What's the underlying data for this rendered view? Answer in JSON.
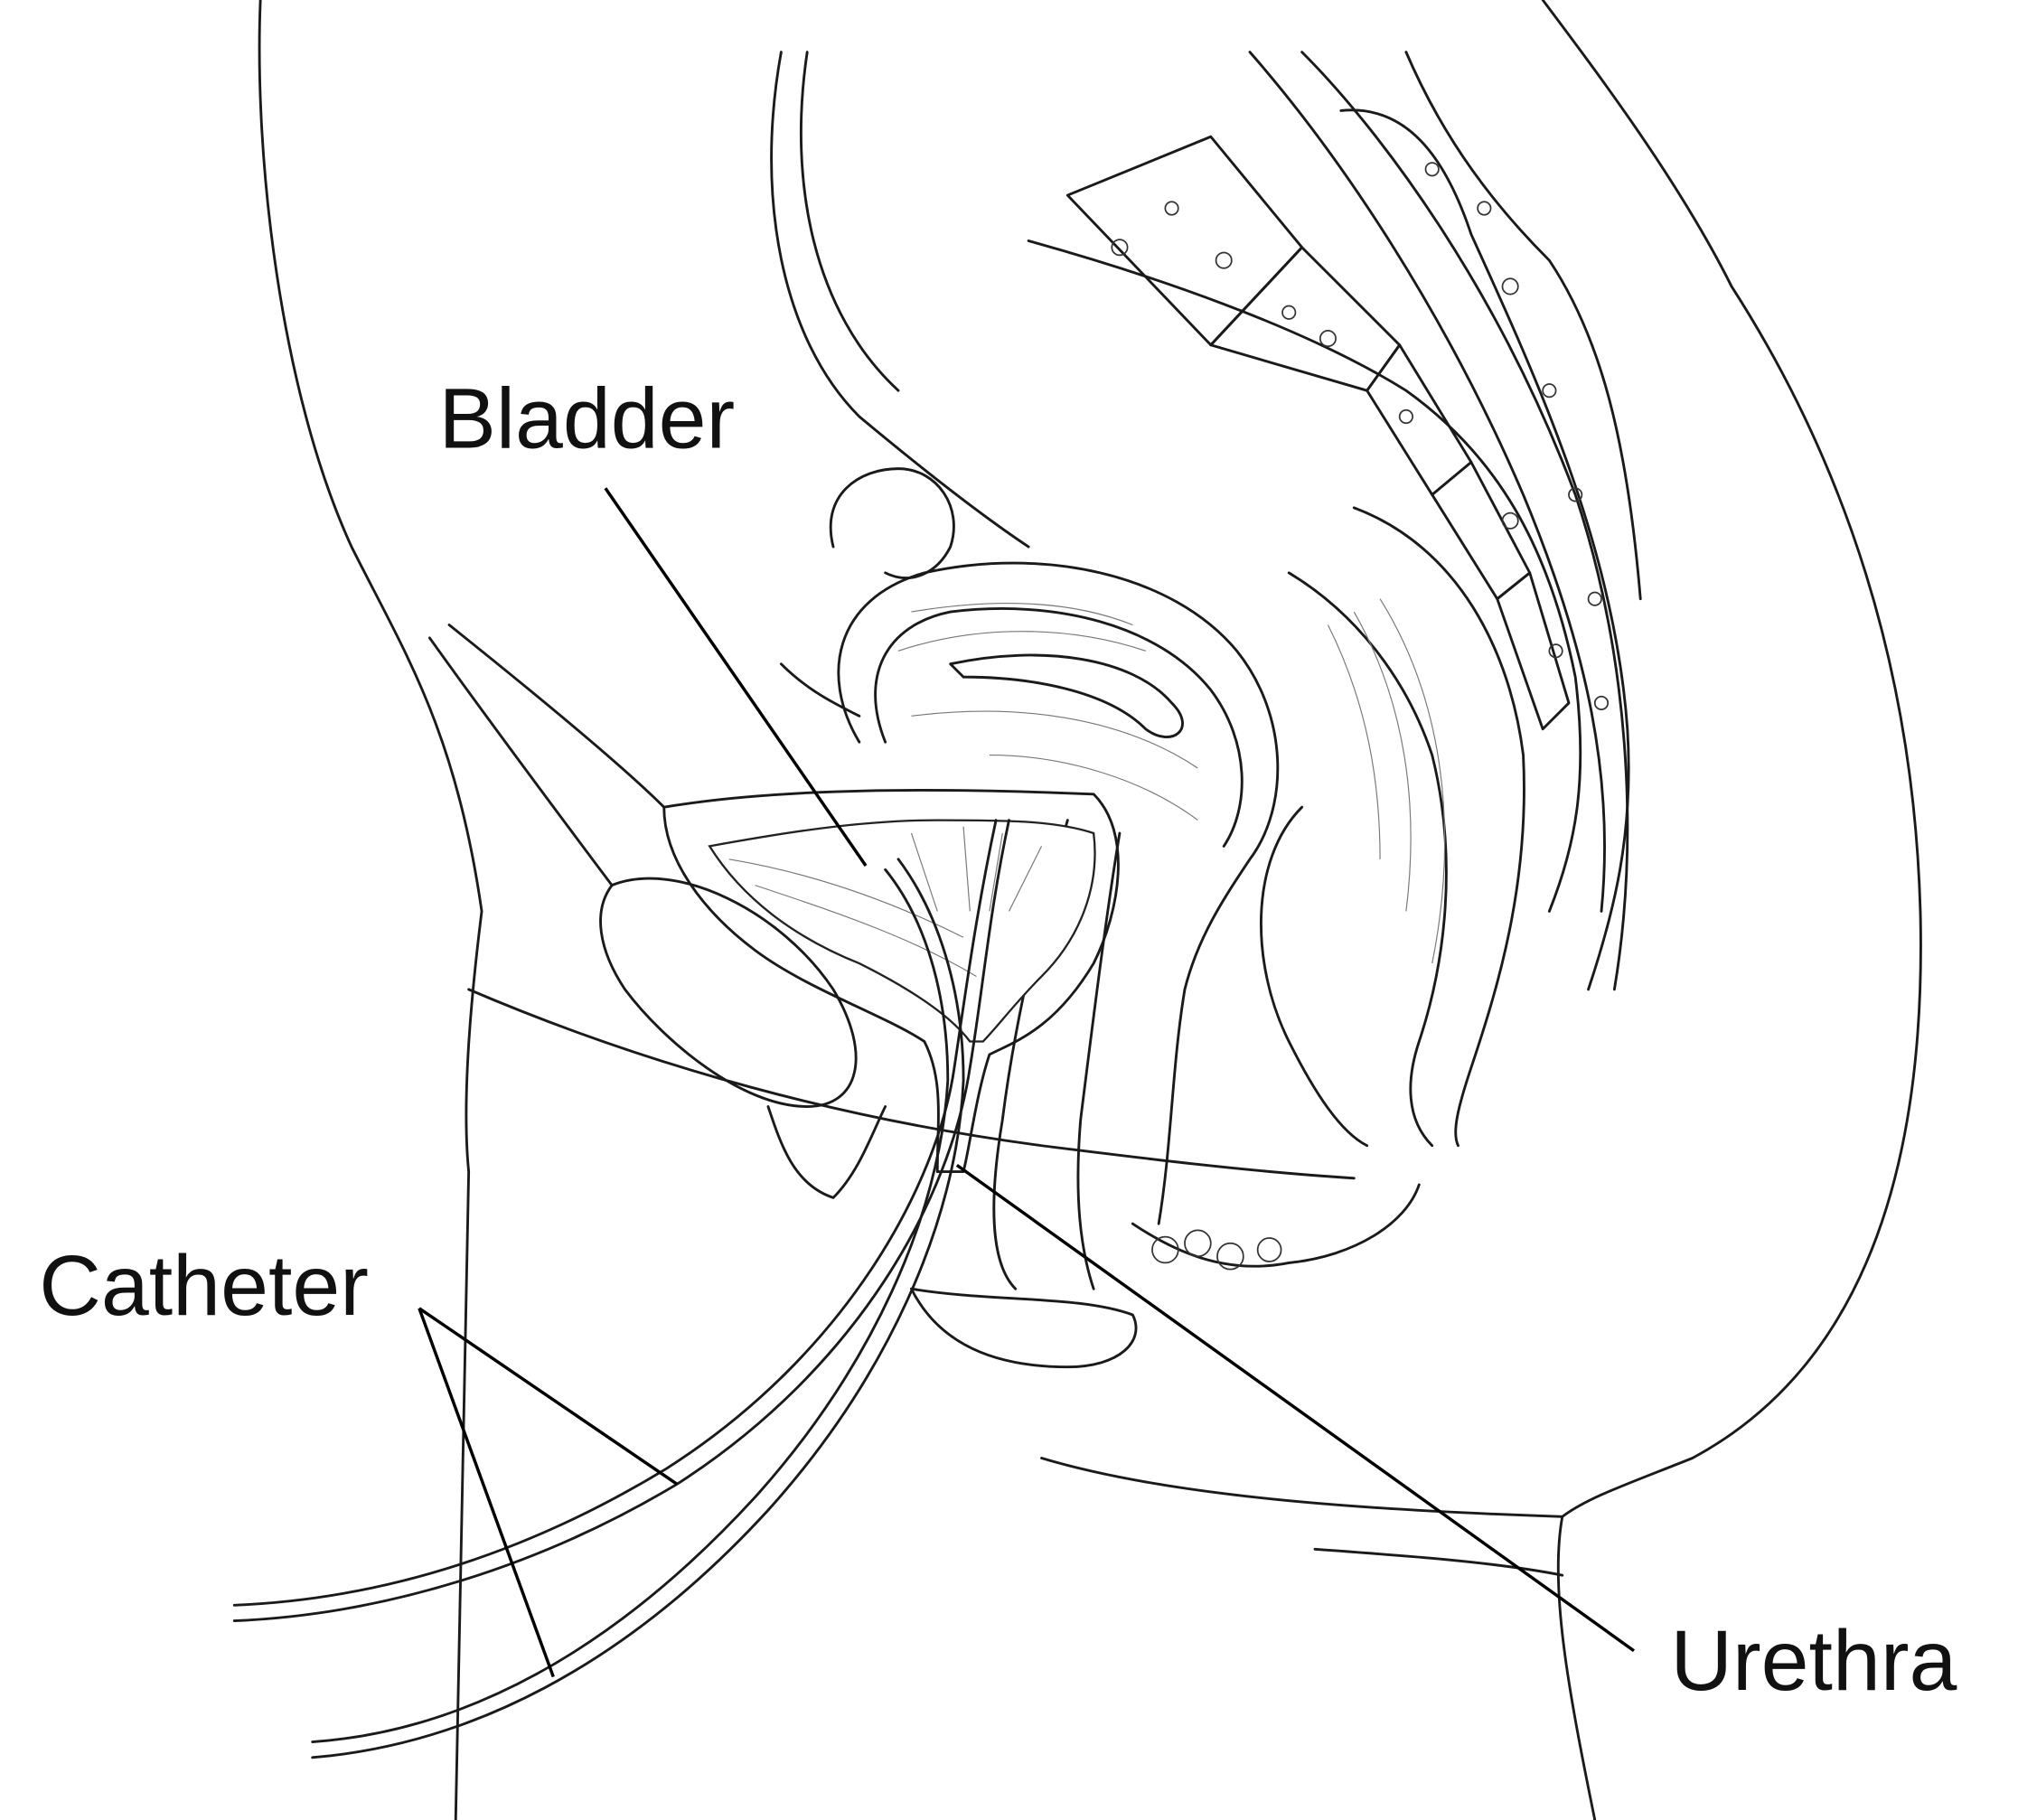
{
  "title": "Urinary catheter in the female pelvis (sagittal view)",
  "labels": {
    "bladder": "Bladder",
    "catheter": "Catheter",
    "urethra": "Urethra"
  },
  "colors": {
    "line": "#1a1a1a",
    "bladder_fill": "#b4b4b4",
    "background": "#ffffff"
  }
}
